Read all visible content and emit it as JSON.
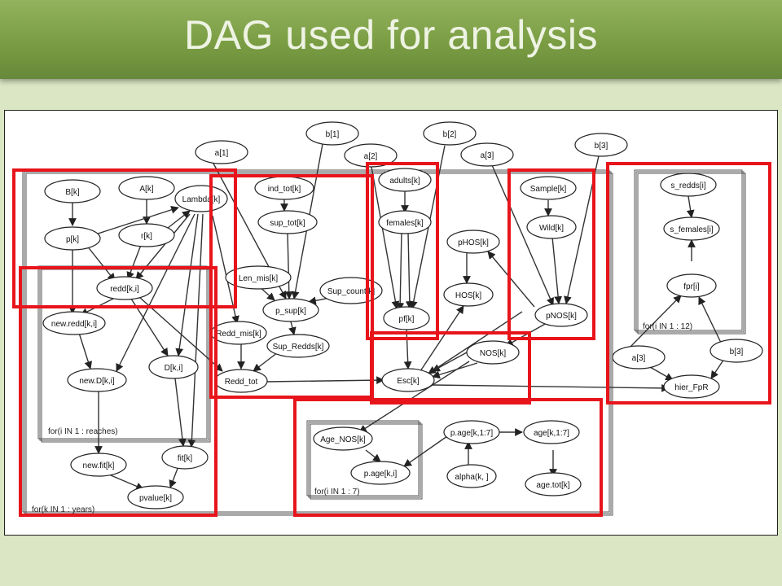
{
  "slide": {
    "title": "DAG used for analysis"
  },
  "nodes": {
    "B_k": "B[k]",
    "A_k": "A[k]",
    "Lambda_k": "Lambda[k]",
    "p_k": "p[k]",
    "r_k": "r[k]",
    "a1": "a[1]",
    "a2": "a[2]",
    "a3top": "a[3]",
    "b1": "b[1]",
    "b2": "b[2]",
    "b3top": "b[3]",
    "ind_tot_k": "ind_tot[k]",
    "sup_tot_k": "sup_tot[k]",
    "Len_mis_k": "Len_mis[k]",
    "Sup_count_k": "Sup_count[k]",
    "p_sup_k": "p_sup[k]",
    "Redd_mis_k": "Redd_mis[k]",
    "Sup_Redds_k": "Sup_Redds[k]",
    "Redd_tot": "Redd_tot",
    "adults_k": "adults[k]",
    "females_k": "females[k]",
    "pf_k": "pf[k]",
    "pHOS_k": "pHOS[k]",
    "HOS_k": "HOS[k]",
    "Sample_k": "Sample[k]",
    "Wild_k": "Wild[k]",
    "pNOS_k": "pNOS[k]",
    "NOS_k": "NOS[k]",
    "Esc_k": "Esc[k]",
    "s_redds_i": "s_redds[i]",
    "s_females_i": "s_females[i]",
    "fpr_i": "fpr[i]",
    "a3": "a[3]",
    "b3": "b[3]",
    "hier_FpR": "hier_FpR",
    "redd_ki": "redd[k,i]",
    "new_redd_ki": "new.redd[k,i]",
    "new_D_ki": "new.D[k,i]",
    "D_ki": "D[k,i]",
    "new_fit_k": "new.fit[k]",
    "fit_k": "fit[k]",
    "pvalue_k": "pvalue[k]",
    "Age_NOS_k": "Age_NOS[k]",
    "p_age_ki": "p.age[k,i]",
    "p_age_k17": "p.age[k,1:7]",
    "age_k17": "age[k,1:7]",
    "alpha_k": "alpha(k, ]",
    "age_tot_k": "age.tot[k]"
  },
  "plates": {
    "years": "for(k IN 1 : years)",
    "reaches": "for(i IN 1 : reaches)",
    "twelve": "for(i IN 1 : 12)",
    "seven": "for(i IN 1 : 7)"
  },
  "colors": {
    "highlight": "#e8141b",
    "node_stroke": "#222222",
    "edge": "#333333",
    "plate": "#555555"
  }
}
